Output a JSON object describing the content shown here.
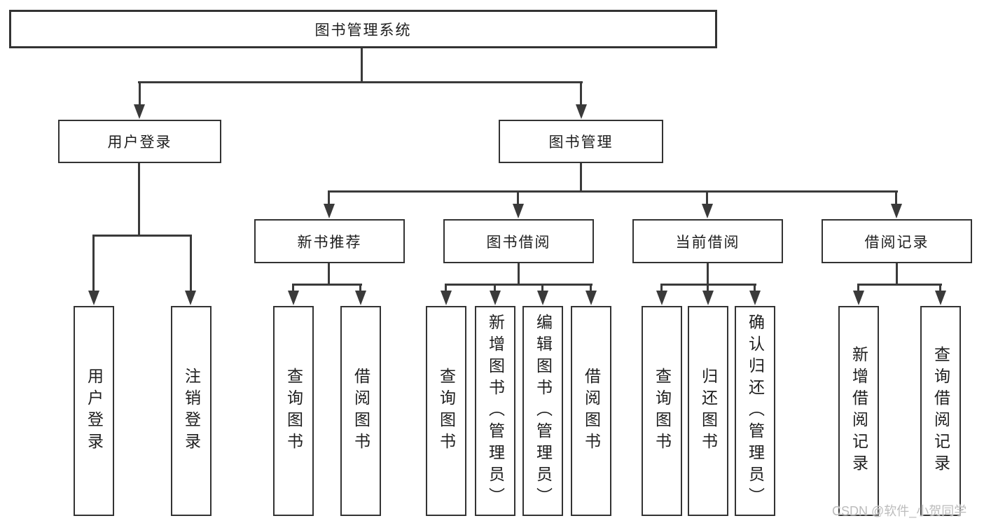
{
  "colors": {
    "background": "#ffffff",
    "line": "#3a3a3a",
    "box_border": "#333333",
    "box_fill": "#ffffff",
    "text": "#1e1e1e",
    "watermark": "#bcbcbc"
  },
  "watermark": {
    "text": "CSDN @软件_小贺同学"
  },
  "tree": {
    "root": {
      "label": "图书管理系统"
    },
    "branches": [
      {
        "label": "用户登录",
        "children": [
          {
            "label": "用户登录"
          },
          {
            "label": "注销登录"
          }
        ]
      },
      {
        "label": "图书管理",
        "children": [
          {
            "label": "新书推荐",
            "children": [
              {
                "label": "查询图书"
              },
              {
                "label": "借阅图书"
              }
            ]
          },
          {
            "label": "图书借阅",
            "children": [
              {
                "label": "查询图书"
              },
              {
                "label": "新增图书（管理员）"
              },
              {
                "label": "编辑图书（管理员）"
              },
              {
                "label": "借阅图书"
              }
            ]
          },
          {
            "label": "当前借阅",
            "children": [
              {
                "label": "查询图书"
              },
              {
                "label": "归还图书"
              },
              {
                "label": "确认归还（管理员）"
              }
            ]
          },
          {
            "label": "借阅记录",
            "children": [
              {
                "label": "新增借阅记录"
              },
              {
                "label": "查询借阅记录"
              }
            ]
          }
        ]
      }
    ]
  }
}
